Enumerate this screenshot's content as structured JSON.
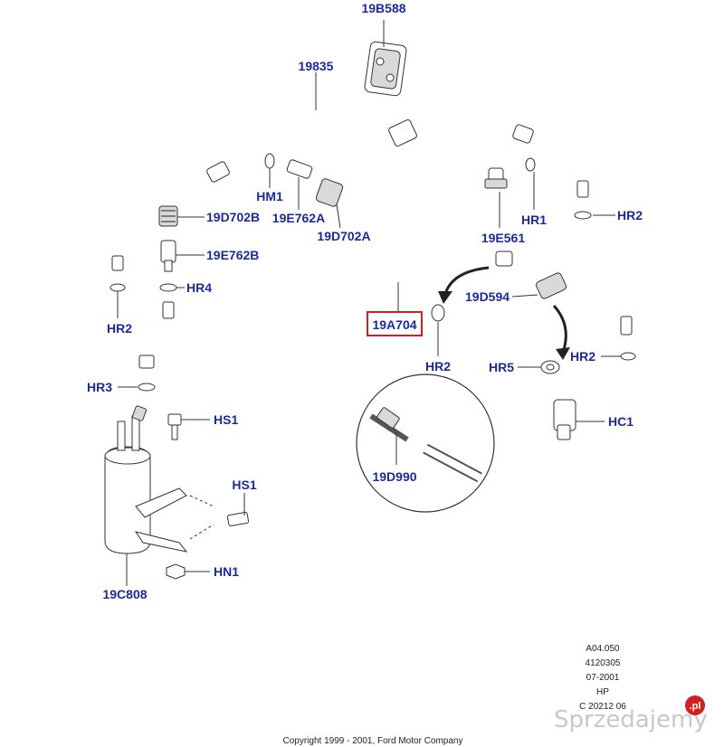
{
  "parts": {
    "p19B588": "19B588",
    "p19835": "19835",
    "hm1": "HM1",
    "p19e762a": "19E762A",
    "p19d702a": "19D702A",
    "p19d702b": "19D702B",
    "p19e762b": "19E762B",
    "hr4": "HR4",
    "hr2_left": "HR2",
    "hr3": "HR3",
    "p19e561": "19E561",
    "hr1": "HR1",
    "hr2_top_right": "HR2",
    "p19d594": "19D594",
    "p19a704": "19A704",
    "hr2_center": "HR2",
    "hr5": "HR5",
    "hr2_right": "HR2",
    "hc1": "HC1",
    "hs1_top": "HS1",
    "hs1_mid": "HS1",
    "hn1": "HN1",
    "p19c808": "19C808",
    "p19d990": "19D990"
  },
  "meta": {
    "line1": "A04.050",
    "line2": "4120305",
    "line3": "07-2001",
    "line4": "HP",
    "line5": "C 20212 06"
  },
  "copyright": "Copyright 1999 - 2001, Ford Motor Company",
  "watermark": "Sprzedajemy",
  "watermark_badge": ".pl",
  "colors": {
    "label": "#1c2a9c",
    "highlight_box": "#d21f1f",
    "badge": "#d21f1f"
  }
}
